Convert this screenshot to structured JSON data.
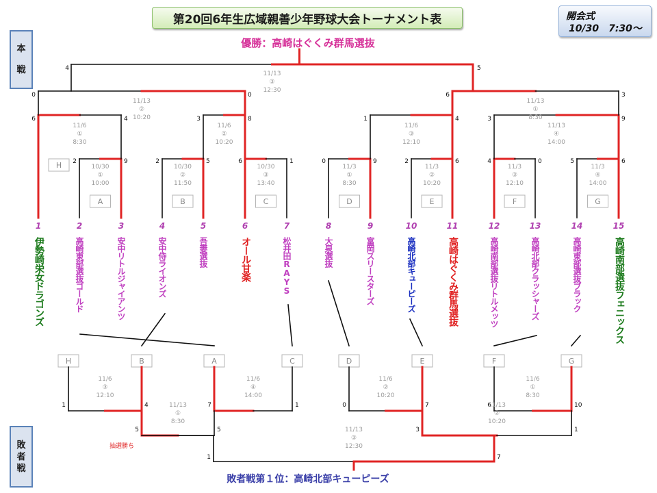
{
  "header": {
    "title": "第20回6年生広域親善少年野球大会トーナメント表",
    "opening_label": "開会式",
    "opening_datetime": "10/30　7:30～"
  },
  "side_labels": {
    "main": [
      "本",
      "戦"
    ],
    "loser": [
      "敗",
      "者",
      "戦"
    ]
  },
  "champion": "優勝：高崎はぐくみ群馬選抜",
  "loser_champion": "敗者戦第１位：高崎北部キューピーズ",
  "lot_note": "抽選勝ち",
  "colors": {
    "win": "#e02424",
    "line": "#111111",
    "meta": "#9a9a9a",
    "team_pink": "#c040c0",
    "team_red": "#e02020",
    "team_green": "#1b7a1b",
    "team_blue": "#1a2fc0"
  },
  "teams": [
    {
      "num": "1",
      "name": "伊勢崎栄女ドラゴンズ",
      "color": "#1b7a1b",
      "big": true
    },
    {
      "num": "2",
      "name": "高崎東部選抜ゴールド",
      "color": "#c040c0"
    },
    {
      "num": "3",
      "name": "安中リトルジャイアンツ",
      "color": "#c040c0"
    },
    {
      "num": "4",
      "name": "安中侍ライオンズ",
      "color": "#c040c0"
    },
    {
      "num": "5",
      "name": "吾妻選抜",
      "color": "#c040c0"
    },
    {
      "num": "6",
      "name": "オール甘楽",
      "color": "#e02020",
      "big": true
    },
    {
      "num": "7",
      "name": "松井田RAYS",
      "color": "#c040c0"
    },
    {
      "num": "8",
      "name": "大泉選抜",
      "color": "#c040c0"
    },
    {
      "num": "9",
      "name": "富岡スリースターズ",
      "color": "#c040c0"
    },
    {
      "num": "10",
      "name": "高崎北部キューピーズ",
      "color": "#1a2fc0"
    },
    {
      "num": "11",
      "name": "高崎はぐくみ群馬選抜",
      "color": "#e02020",
      "big": true
    },
    {
      "num": "12",
      "name": "高崎南部選抜リトルメッツ",
      "color": "#c040c0"
    },
    {
      "num": "13",
      "name": "高崎北部クラッシャーズ",
      "color": "#c040c0"
    },
    {
      "num": "14",
      "name": "高崎東部選抜ブラック",
      "color": "#c040c0"
    },
    {
      "num": "15",
      "name": "高崎南部選抜フェニックス",
      "color": "#1b7a1b",
      "big": true
    }
  ],
  "bye_labels": [
    "H"
  ],
  "r1_games": [
    {
      "label": "A",
      "date": "10/30",
      "field": "①",
      "time": "10:00",
      "scores": [
        "2",
        "9"
      ]
    },
    {
      "label": "B",
      "date": "10/30",
      "field": "②",
      "time": "11:50",
      "scores": [
        "2",
        "5"
      ]
    },
    {
      "label": "C",
      "date": "10/30",
      "field": "③",
      "time": "13:40",
      "scores": [
        "6",
        "1"
      ]
    },
    {
      "label": "D",
      "date": "11/3",
      "field": "①",
      "time": "8:30",
      "scores": [
        "0",
        "9"
      ]
    },
    {
      "label": "E",
      "date": "11/3",
      "field": "②",
      "time": "10:20",
      "scores": [
        "2",
        "6"
      ]
    },
    {
      "label": "F",
      "date": "11/3",
      "field": "③",
      "time": "12:10",
      "scores": [
        "4",
        "0"
      ]
    },
    {
      "label": "G",
      "date": "11/3",
      "field": "④",
      "time": "14:00",
      "scores": [
        "5",
        "6"
      ]
    }
  ],
  "qf_games": [
    {
      "date": "11/6",
      "field": "①",
      "time": "8:30",
      "scores": [
        "6",
        "4"
      ]
    },
    {
      "date": "11/6",
      "field": "②",
      "time": "10:20",
      "scores": [
        "3",
        "8"
      ]
    },
    {
      "date": "11/6",
      "field": "③",
      "time": "12:10",
      "scores": [
        "1",
        "4"
      ]
    },
    {
      "date": "11/13",
      "field": "④",
      "time": "14:00",
      "scores": [
        "3",
        "9"
      ]
    }
  ],
  "sf_games": [
    {
      "date": "11/13",
      "field": "②",
      "time": "10:20",
      "scores": [
        "0",
        "0"
      ]
    },
    {
      "date": "11/13",
      "field": "①",
      "time": "8:30",
      "scores": [
        "6",
        "3"
      ]
    }
  ],
  "final_game": {
    "date": "11/13",
    "field": "③",
    "time": "12:30",
    "scores": [
      "4",
      "5"
    ]
  },
  "loser_boxes": [
    "H",
    "B",
    "A",
    "C",
    "D",
    "E",
    "F",
    "G"
  ],
  "loser_r1": [
    {
      "date": "11/6",
      "field": "③",
      "time": "12:10",
      "scores": [
        "1",
        "4"
      ]
    },
    {
      "date": "11/6",
      "field": "④",
      "time": "14:00",
      "scores": [
        "7",
        "1"
      ]
    },
    {
      "date": "11/6",
      "field": "②",
      "time": "10:20",
      "scores": [
        "0",
        "7"
      ]
    },
    {
      "date": "11/6",
      "field": "①",
      "time": "8:30",
      "scores": [
        "6",
        "10"
      ]
    }
  ],
  "loser_sf": [
    {
      "date": "11/13",
      "field": "①",
      "time": "8:30",
      "scores": [
        "5",
        "5"
      ]
    },
    {
      "date": "11/13",
      "field": "②",
      "time": "10:20",
      "scores": [
        "3",
        "1"
      ]
    }
  ],
  "loser_final": {
    "date": "11/13",
    "field": "③",
    "time": "12:30",
    "scores": [
      "1",
      "7"
    ]
  }
}
